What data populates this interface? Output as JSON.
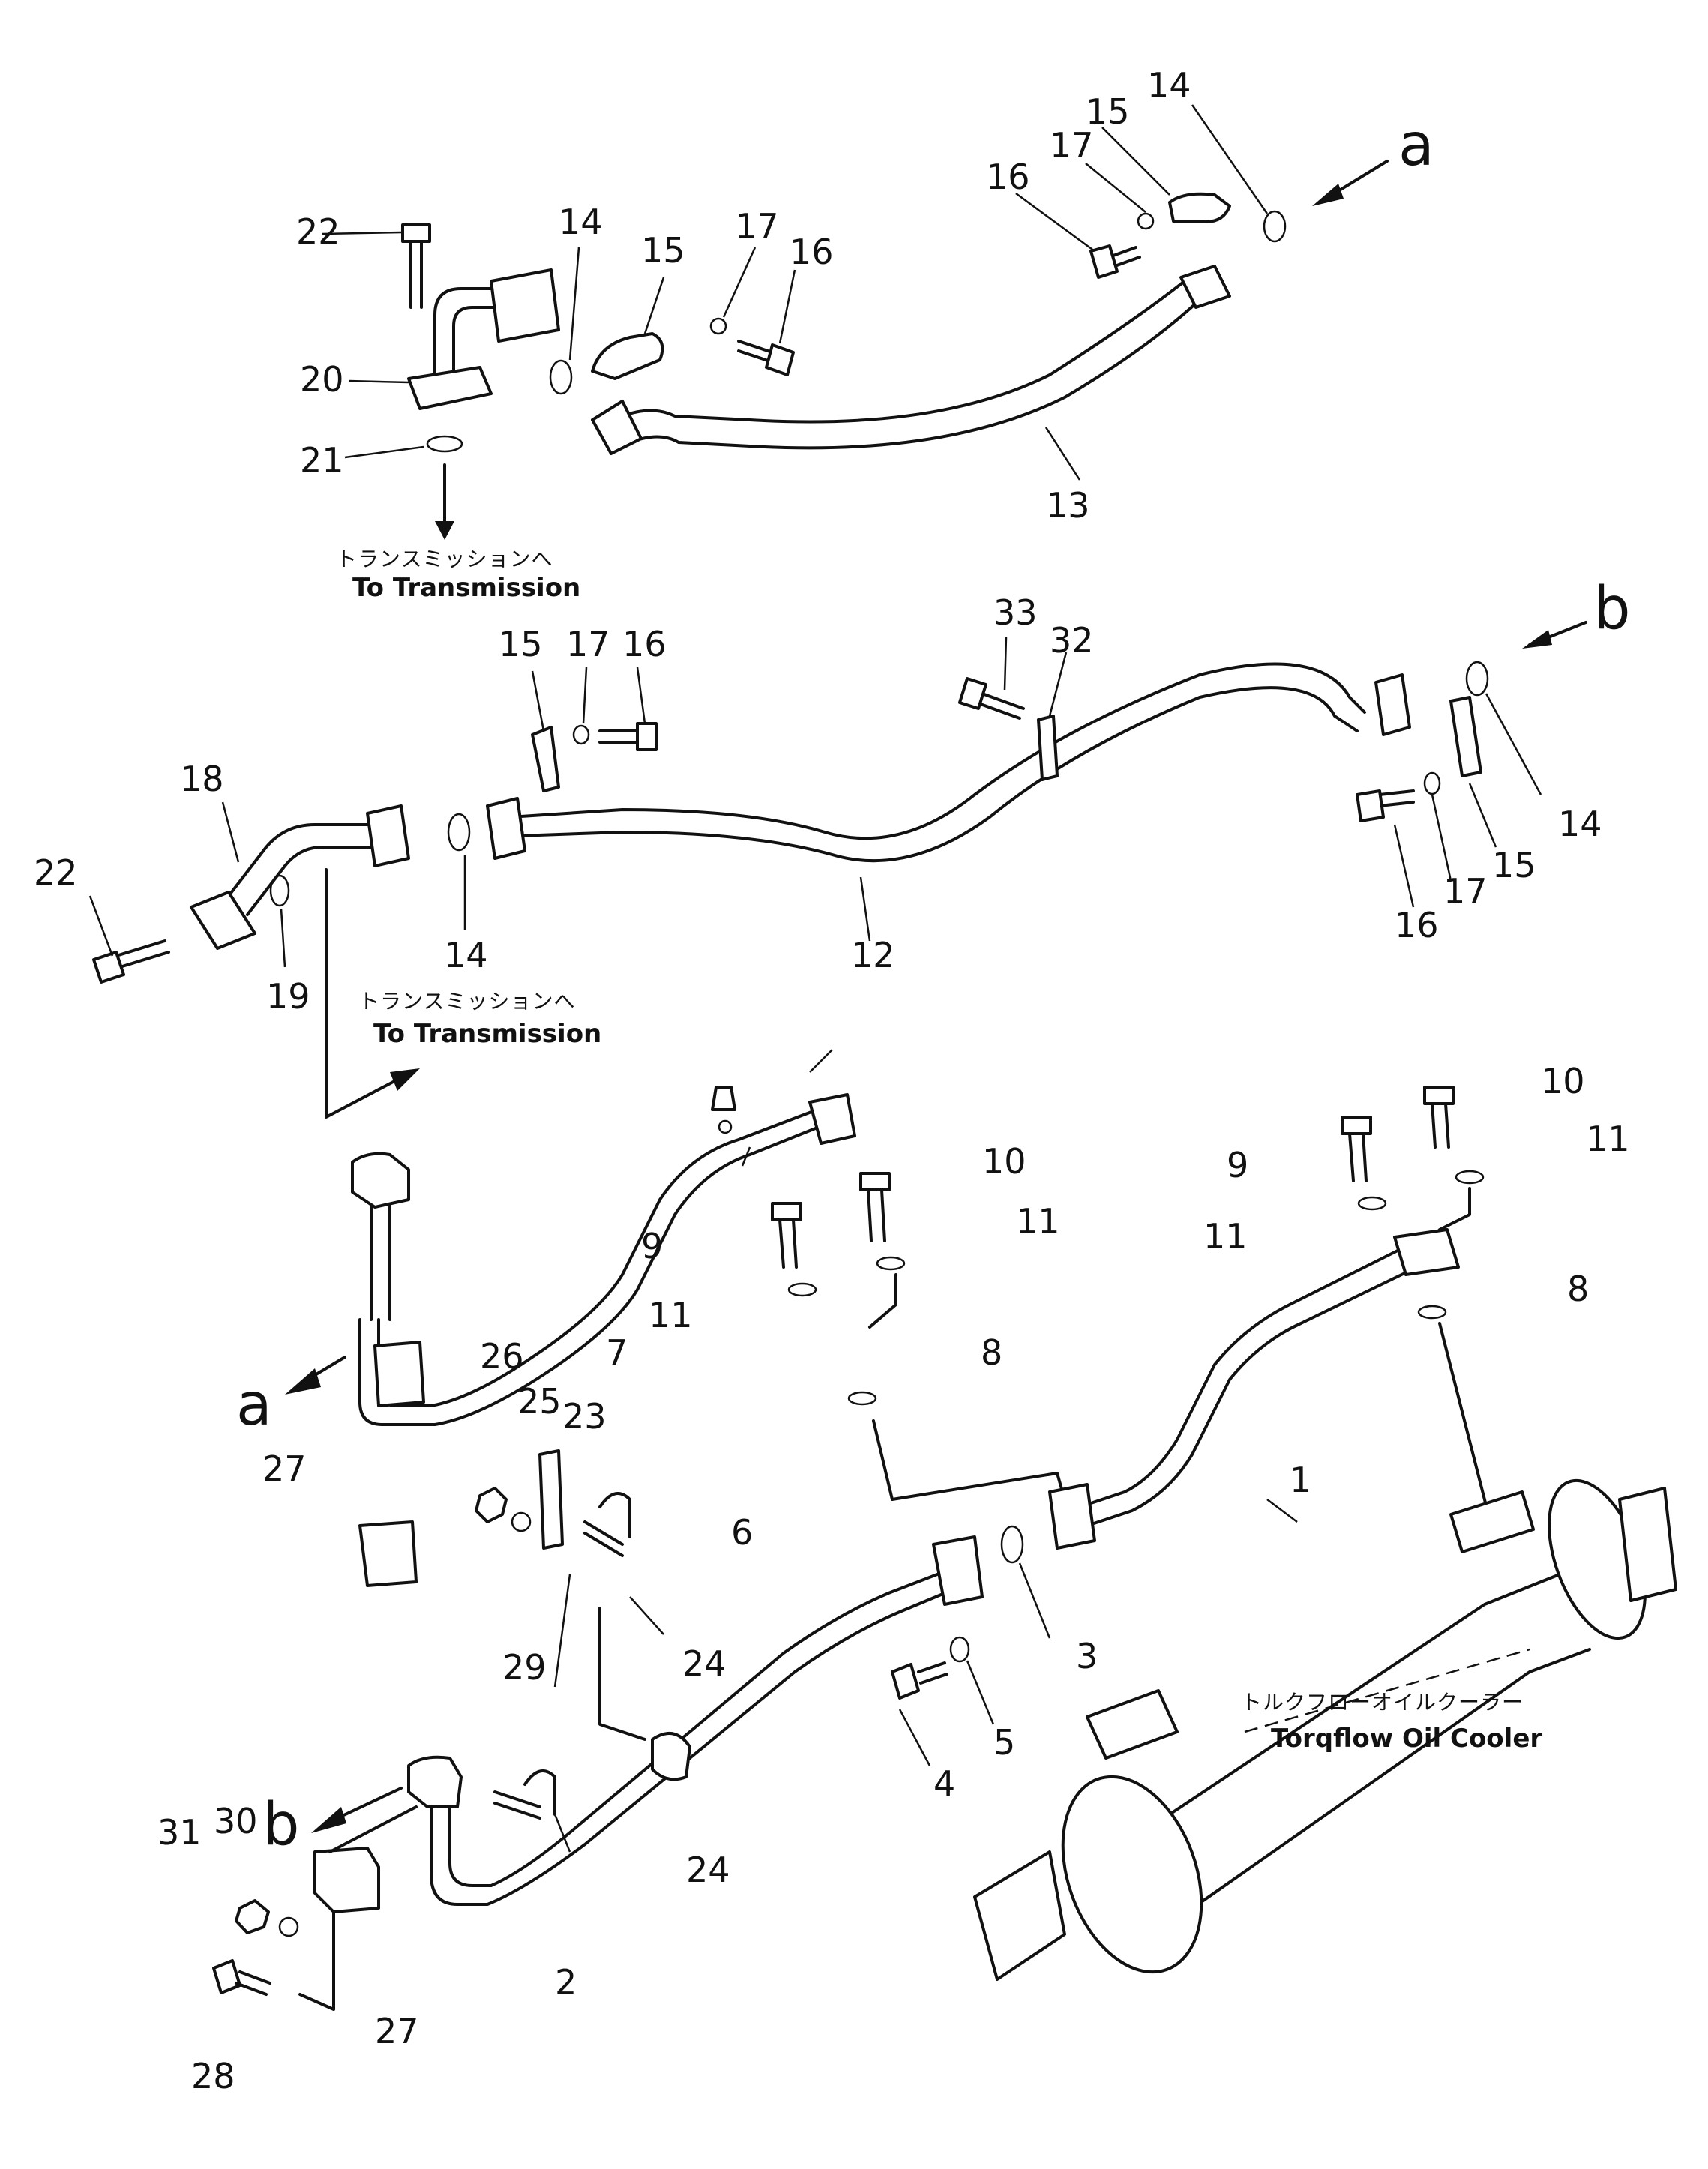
{
  "callouts": [
    "1",
    "2",
    "3",
    "4",
    "5",
    "6",
    "7",
    "8",
    "9",
    "10",
    "11",
    "12",
    "13",
    "14",
    "15",
    "16",
    "17",
    "18",
    "19",
    "20",
    "21",
    "22",
    "23",
    "24",
    "25",
    "26",
    "27",
    "28",
    "29",
    "30",
    "31",
    "32",
    "33"
  ],
  "connector_letters": {
    "a": "a",
    "b": "b"
  },
  "destinations": {
    "transmission_jp": "トランスミッションへ",
    "transmission_en": "To Transmission"
  },
  "cooler": {
    "label_jp": "トルクフローオイルクーラー",
    "label_en": "Torqflow Oil Cooler"
  }
}
